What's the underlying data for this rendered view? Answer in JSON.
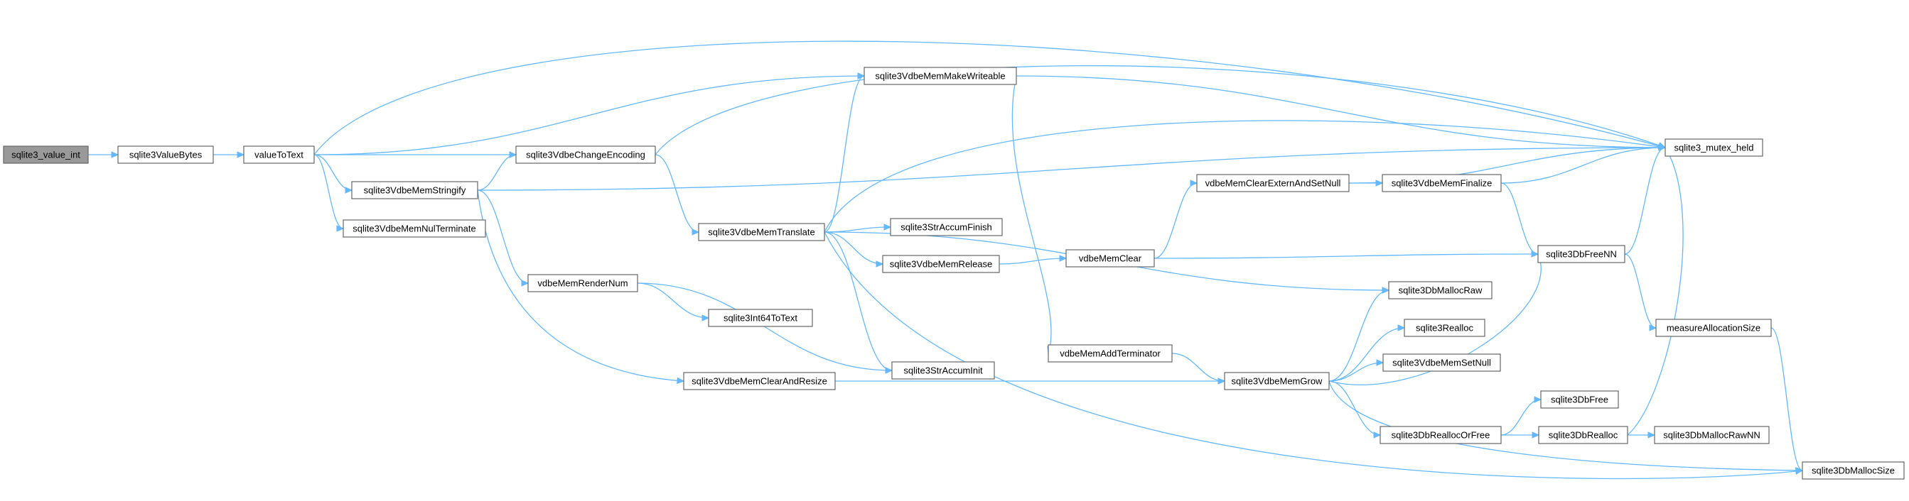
{
  "graph": {
    "edge_color": "#63b8ff",
    "root_fill": "#999999",
    "nodes": [
      {
        "id": "sqlite3_value_int",
        "label": "sqlite3_value_int",
        "root": true
      },
      {
        "id": "sqlite3ValueBytes",
        "label": "sqlite3ValueBytes"
      },
      {
        "id": "valueToText",
        "label": "valueToText"
      },
      {
        "id": "sqlite3VdbeMemMakeWriteable",
        "label": "sqlite3VdbeMemMakeWriteable"
      },
      {
        "id": "sqlite3VdbeChangeEncoding",
        "label": "sqlite3VdbeChangeEncoding"
      },
      {
        "id": "sqlite3VdbeMemStringify",
        "label": "sqlite3VdbeMemStringify"
      },
      {
        "id": "sqlite3VdbeMemNulTerminate",
        "label": "sqlite3VdbeMemNulTerminate"
      },
      {
        "id": "sqlite3VdbeMemTranslate",
        "label": "sqlite3VdbeMemTranslate"
      },
      {
        "id": "vdbeMemRenderNum",
        "label": "vdbeMemRenderNum"
      },
      {
        "id": "sqlite3Int64ToText",
        "label": "sqlite3Int64ToText"
      },
      {
        "id": "sqlite3VdbeMemClearAndResize",
        "label": "sqlite3VdbeMemClearAndResize"
      },
      {
        "id": "sqlite3StrAccumFinish",
        "label": "sqlite3StrAccumFinish"
      },
      {
        "id": "sqlite3VdbeMemRelease",
        "label": "sqlite3VdbeMemRelease"
      },
      {
        "id": "sqlite3StrAccumInit",
        "label": "sqlite3StrAccumInit"
      },
      {
        "id": "vdbeMemClearExternAndSetNull",
        "label": "vdbeMemClearExternAndSetNull"
      },
      {
        "id": "vdbeMemClear",
        "label": "vdbeMemClear"
      },
      {
        "id": "vdbeMemAddTerminator",
        "label": "vdbeMemAddTerminator"
      },
      {
        "id": "sqlite3VdbeMemGrow",
        "label": "sqlite3VdbeMemGrow"
      },
      {
        "id": "sqlite3VdbeMemFinalize",
        "label": "sqlite3VdbeMemFinalize"
      },
      {
        "id": "sqlite3DbMallocRaw",
        "label": "sqlite3DbMallocRaw"
      },
      {
        "id": "sqlite3Realloc",
        "label": "sqlite3Realloc"
      },
      {
        "id": "sqlite3VdbeMemSetNull",
        "label": "sqlite3VdbeMemSetNull"
      },
      {
        "id": "sqlite3DbReallocOrFree",
        "label": "sqlite3DbReallocOrFree"
      },
      {
        "id": "sqlite3DbFree",
        "label": "sqlite3DbFree"
      },
      {
        "id": "sqlite3DbRealloc",
        "label": "sqlite3DbRealloc"
      },
      {
        "id": "sqlite3DbMallocRawNN",
        "label": "sqlite3DbMallocRawNN"
      },
      {
        "id": "sqlite3_mutex_held",
        "label": "sqlite3_mutex_held"
      },
      {
        "id": "sqlite3DbFreeNN",
        "label": "sqlite3DbFreeNN"
      },
      {
        "id": "measureAllocationSize",
        "label": "measureAllocationSize"
      },
      {
        "id": "sqlite3DbMallocSize",
        "label": "sqlite3DbMallocSize"
      }
    ],
    "edges": [
      [
        "sqlite3_value_int",
        "sqlite3ValueBytes"
      ],
      [
        "sqlite3ValueBytes",
        "valueToText"
      ],
      [
        "valueToText",
        "sqlite3_mutex_held"
      ],
      [
        "valueToText",
        "sqlite3VdbeMemMakeWriteable"
      ],
      [
        "valueToText",
        "sqlite3VdbeChangeEncoding"
      ],
      [
        "valueToText",
        "sqlite3VdbeMemStringify"
      ],
      [
        "valueToText",
        "sqlite3VdbeMemNulTerminate"
      ],
      [
        "sqlite3VdbeChangeEncoding",
        "sqlite3_mutex_held"
      ],
      [
        "sqlite3VdbeChangeEncoding",
        "sqlite3VdbeMemTranslate"
      ],
      [
        "sqlite3VdbeMemStringify",
        "sqlite3VdbeChangeEncoding"
      ],
      [
        "sqlite3VdbeMemStringify",
        "sqlite3_mutex_held"
      ],
      [
        "sqlite3VdbeMemStringify",
        "vdbeMemRenderNum"
      ],
      [
        "sqlite3VdbeMemStringify",
        "sqlite3VdbeMemClearAndResize"
      ],
      [
        "vdbeMemRenderNum",
        "sqlite3Int64ToText"
      ],
      [
        "vdbeMemRenderNum",
        "sqlite3StrAccumInit"
      ],
      [
        "sqlite3VdbeMemTranslate",
        "sqlite3VdbeMemMakeWriteable"
      ],
      [
        "sqlite3VdbeMemTranslate",
        "sqlite3_mutex_held"
      ],
      [
        "sqlite3VdbeMemTranslate",
        "sqlite3StrAccumFinish"
      ],
      [
        "sqlite3VdbeMemTranslate",
        "sqlite3VdbeMemRelease"
      ],
      [
        "sqlite3VdbeMemTranslate",
        "sqlite3StrAccumInit"
      ],
      [
        "sqlite3VdbeMemTranslate",
        "sqlite3DbMallocRaw"
      ],
      [
        "sqlite3VdbeMemTranslate",
        "sqlite3DbMallocSize"
      ],
      [
        "sqlite3VdbeMemMakeWriteable",
        "sqlite3_mutex_held"
      ],
      [
        "sqlite3VdbeMemMakeWriteable",
        "vdbeMemAddTerminator"
      ],
      [
        "sqlite3VdbeMemRelease",
        "vdbeMemClear"
      ],
      [
        "vdbeMemClear",
        "vdbeMemClearExternAndSetNull"
      ],
      [
        "vdbeMemClear",
        "sqlite3DbFreeNN"
      ],
      [
        "vdbeMemClearExternAndSetNull",
        "sqlite3_mutex_held"
      ],
      [
        "vdbeMemClearExternAndSetNull",
        "sqlite3VdbeMemFinalize"
      ],
      [
        "sqlite3VdbeMemFinalize",
        "sqlite3_mutex_held"
      ],
      [
        "sqlite3VdbeMemFinalize",
        "sqlite3DbFreeNN"
      ],
      [
        "sqlite3VdbeMemClearAndResize",
        "sqlite3VdbeMemGrow"
      ],
      [
        "vdbeMemAddTerminator",
        "sqlite3VdbeMemGrow"
      ],
      [
        "sqlite3VdbeMemGrow",
        "sqlite3DbMallocRaw"
      ],
      [
        "sqlite3VdbeMemGrow",
        "sqlite3Realloc"
      ],
      [
        "sqlite3VdbeMemGrow",
        "sqlite3VdbeMemSetNull"
      ],
      [
        "sqlite3VdbeMemGrow",
        "sqlite3DbFreeNN"
      ],
      [
        "sqlite3VdbeMemGrow",
        "sqlite3DbReallocOrFree"
      ],
      [
        "sqlite3VdbeMemGrow",
        "sqlite3DbMallocSize"
      ],
      [
        "sqlite3DbReallocOrFree",
        "sqlite3DbFree"
      ],
      [
        "sqlite3DbReallocOrFree",
        "sqlite3DbRealloc"
      ],
      [
        "sqlite3DbRealloc",
        "sqlite3DbMallocRawNN"
      ],
      [
        "sqlite3DbRealloc",
        "sqlite3_mutex_held"
      ],
      [
        "sqlite3DbFreeNN",
        "sqlite3_mutex_held"
      ],
      [
        "sqlite3DbFreeNN",
        "measureAllocationSize"
      ],
      [
        "measureAllocationSize",
        "sqlite3DbMallocSize"
      ]
    ]
  }
}
